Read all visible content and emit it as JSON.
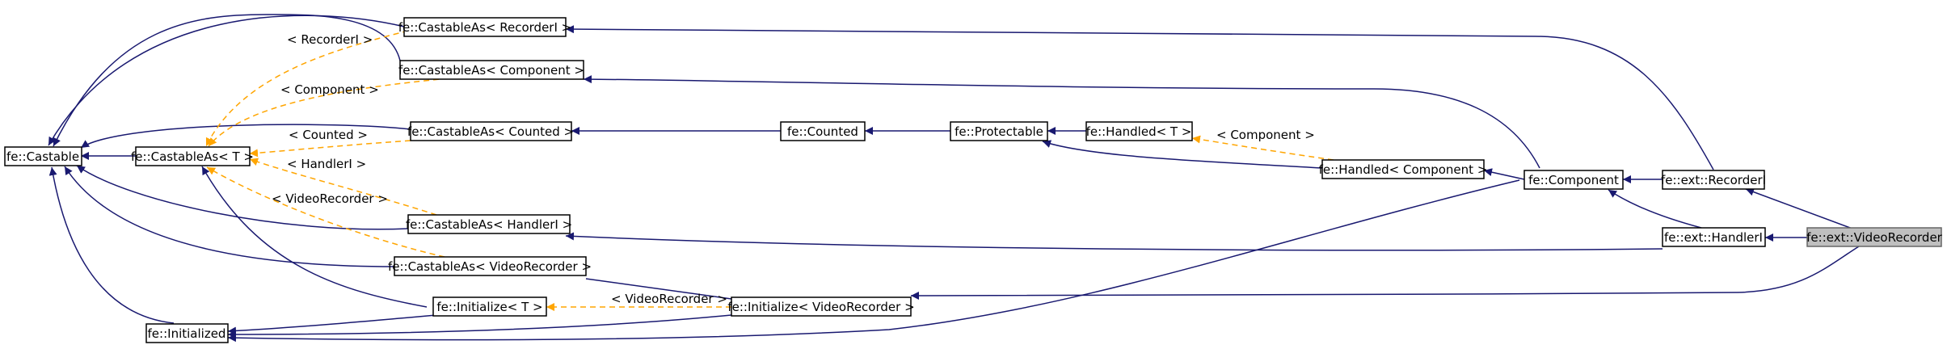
{
  "diagram": {
    "colors": {
      "inheritance": "#191970",
      "template_instance": "#ffa500",
      "node_border": "#000000",
      "highlight_fill": "#bfbfbf"
    },
    "nodes": {
      "castable": "fe::Castable",
      "castableas_t": "fe::CastableAs< T >",
      "initialized": "fe::Initialized",
      "castableas_recorderi": "fe::CastableAs< RecorderI >",
      "castableas_component": "fe::CastableAs< Component >",
      "castableas_counted": "fe::CastableAs< Counted >",
      "castableas_handleri": "fe::CastableAs< HandlerI >",
      "castableas_videorecorder": "fe::CastableAs< VideoRecorder >",
      "initialize_t": "fe::Initialize< T >",
      "initialize_videorecorder": "fe::Initialize< VideoRecorder >",
      "counted": "fe::Counted",
      "protectable": "fe::Protectable",
      "handled_t": "fe::Handled< T >",
      "handled_component": "fe::Handled< Component >",
      "component": "fe::Component",
      "recorderi": "fe::ext::RecorderI",
      "handleri": "fe::ext::HandlerI",
      "videorecorder": "fe::ext::VideoRecorder"
    },
    "edge_labels": {
      "recorderi": "< RecorderI >",
      "component": "< Component >",
      "counted": "< Counted >",
      "handleri": "< HandlerI >",
      "videorecorder": "< VideoRecorder >",
      "handled_component": "< Component >",
      "initialize_videorecorder": "< VideoRecorder >"
    }
  }
}
